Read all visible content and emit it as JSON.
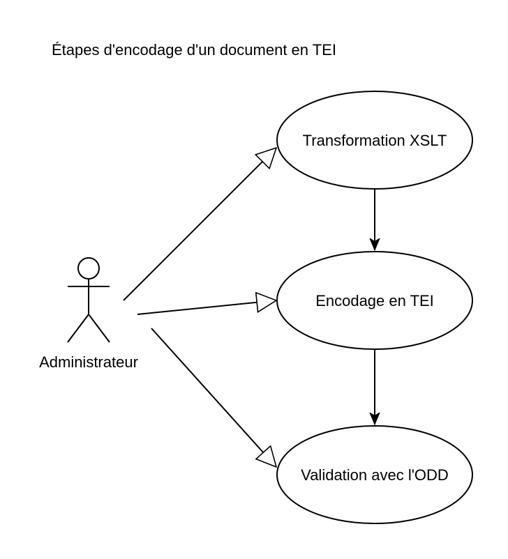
{
  "diagram": {
    "title": "Étapes d'encodage d'un document en TEI",
    "actor": {
      "label": "Administrateur",
      "icon": "stick-figure-icon"
    },
    "use_cases": [
      {
        "id": "transformation",
        "label": "Transformation XSLT"
      },
      {
        "id": "encodage",
        "label": "Encodage en TEI"
      },
      {
        "id": "validation",
        "label": "Validation avec l'ODD"
      }
    ],
    "associations": [
      {
        "from": "actor",
        "to": "transformation",
        "arrow": "hollow-triangle"
      },
      {
        "from": "actor",
        "to": "encodage",
        "arrow": "hollow-triangle"
      },
      {
        "from": "actor",
        "to": "validation",
        "arrow": "hollow-triangle"
      }
    ],
    "flows": [
      {
        "from": "transformation",
        "to": "encodage",
        "arrow": "filled"
      },
      {
        "from": "encodage",
        "to": "validation",
        "arrow": "filled"
      }
    ],
    "colors": {
      "stroke": "#000000",
      "fill": "#ffffff",
      "text": "#000000"
    }
  }
}
